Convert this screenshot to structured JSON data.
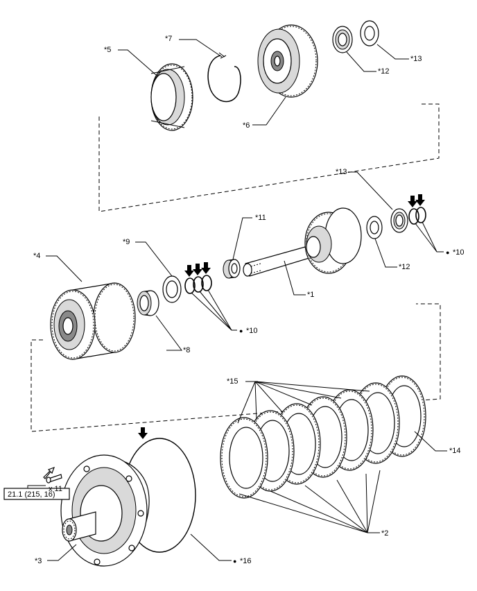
{
  "callouts": {
    "c1": "*1",
    "c2": "*2",
    "c3": "*3",
    "c4": "*4",
    "c5": "*5",
    "c6": "*6",
    "c7": "*7",
    "c8": "*8",
    "c9": "*9",
    "c10a": "*10",
    "c10b": "*10",
    "c11": "*11",
    "c12a": "*12",
    "c12b": "*12",
    "c13a": "*13",
    "c13b": "*13",
    "c14": "*14",
    "c15": "*15",
    "c16": "*16"
  },
  "bullet": "●",
  "bolt": {
    "quantity": "x 11",
    "torque": "21.1 (215, 16)"
  },
  "icons": {
    "apply_fluid_arrow": "filled-down-arrow-icon",
    "bolt_pointer": "hollow-arrow-icon"
  }
}
